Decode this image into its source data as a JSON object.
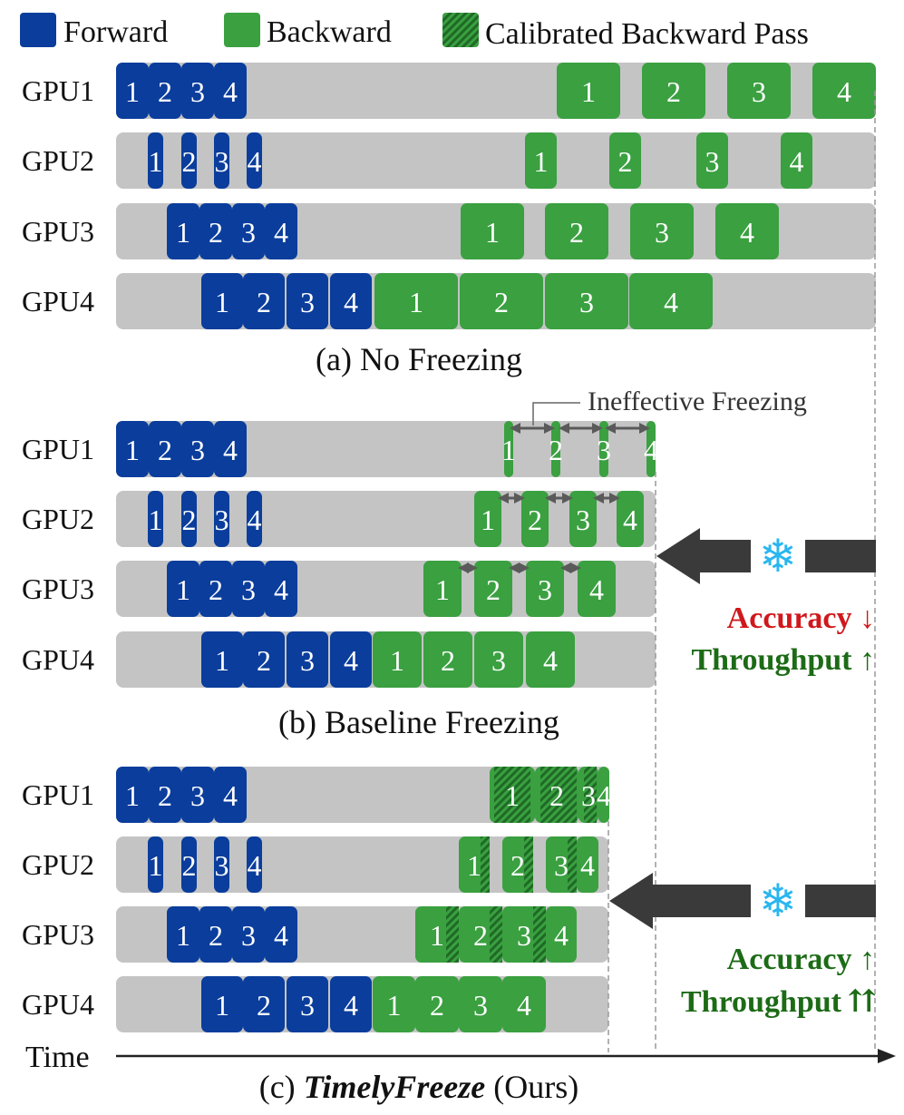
{
  "legend": {
    "forward": "Forward",
    "backward": "Backward",
    "calibrated": "Calibrated Backward Pass"
  },
  "colors": {
    "forward": "#0a3d9c",
    "backward": "#3aa040",
    "lane": "#c4c4c4",
    "calibrated_stripe": "#1f6a26",
    "arrow": "#3a3a3a",
    "snowflake": "#2ab6ef",
    "accuracy_down": "#d0181c",
    "good": "#1c6b16",
    "interval_arrow": "#5a5a5a"
  },
  "gpu_labels": [
    "GPU1",
    "GPU2",
    "GPU3",
    "GPU4"
  ],
  "microbatches": [
    "1",
    "2",
    "3",
    "4"
  ],
  "panels": {
    "a": {
      "caption": "(a) No Freezing"
    },
    "b": {
      "caption": "(b) Baseline Freezing",
      "annotation": "Ineffective Freezing",
      "accuracy": "Accuracy ↓",
      "throughput": "Throughput ↑"
    },
    "c": {
      "caption_prefix": "(c) ",
      "caption_name": "TimelyFreeze",
      "caption_suffix": " (Ours)",
      "accuracy": "Accuracy ↑",
      "throughput": "Throughput ⇈"
    }
  },
  "time_label": "Time",
  "snowflake_icon": "snowflake-icon"
}
